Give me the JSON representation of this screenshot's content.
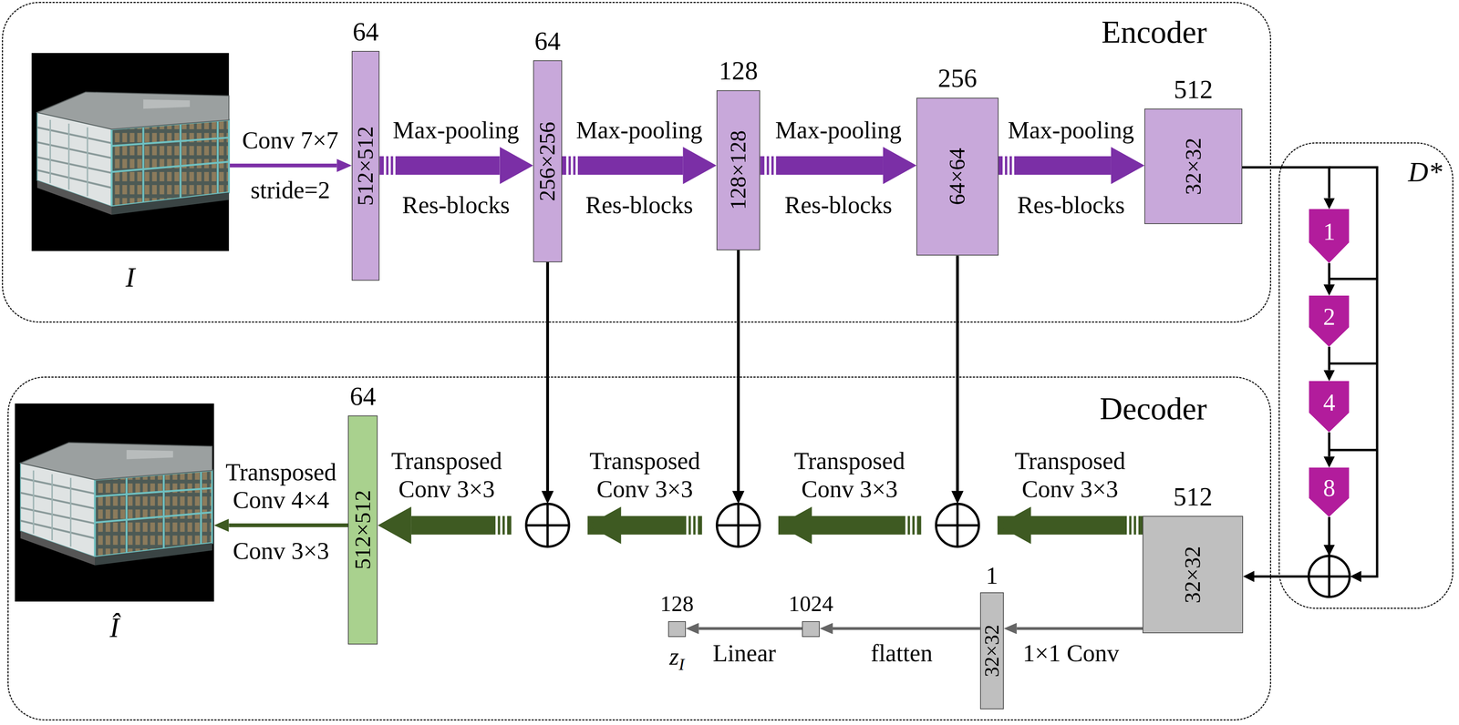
{
  "diagram": {
    "nodes": [
      {
        "text": [
          "Encoder"
        ]
      },
      {
        "text": [
          "I"
        ],
        "in": 0
      },
      {
        "text": [
          "64",
          "512×512"
        ],
        "in": 0
      },
      {
        "text": [
          "64",
          "256×256"
        ],
        "in": 0
      },
      {
        "text": [
          "128",
          "128×128"
        ],
        "in": 0
      },
      {
        "text": [
          "256",
          "64×64"
        ],
        "in": 0
      },
      {
        "text": [
          "512",
          "32×32"
        ],
        "in": 0
      },
      {
        "text": [
          "D*"
        ]
      },
      {
        "text": [
          "1"
        ],
        "in": 7
      },
      {
        "text": [
          "2"
        ],
        "in": 7
      },
      {
        "text": [
          "4"
        ],
        "in": 7
      },
      {
        "text": [
          "8"
        ],
        "in": 7
      },
      {
        "text": [
          "Decoder"
        ]
      },
      {
        "text": [
          "512",
          "32×32"
        ],
        "in": 12
      },
      {
        "text": [
          "1",
          "32×32"
        ],
        "in": 12
      },
      {
        "text": [
          "1024"
        ],
        "in": 12
      },
      {
        "text": [
          "128",
          "zI"
        ],
        "in": 12
      },
      {
        "text": [
          "64",
          "512×512"
        ],
        "in": 12
      },
      {
        "text": [
          "Î"
        ],
        "in": 12
      }
    ],
    "edges": [
      {
        "from": 1,
        "to": 2,
        "arrow": "to",
        "label": "Conv 7×7"
      },
      {
        "from": 2,
        "to": 3,
        "arrow": "to",
        "label": "Max-pooling"
      },
      {
        "from": 3,
        "to": 4,
        "arrow": "to",
        "label": "Max-pooling"
      },
      {
        "from": 4,
        "to": 5,
        "arrow": "to",
        "label": "Max-pooling"
      },
      {
        "from": 5,
        "to": 6,
        "arrow": "to",
        "label": "Max-pooling"
      },
      {
        "from": 6,
        "to": 8,
        "arrow": "to"
      },
      {
        "from": 8,
        "to": 9,
        "arrow": "to"
      },
      {
        "from": 9,
        "to": 10,
        "arrow": "to"
      },
      {
        "from": 10,
        "to": 11,
        "arrow": "to"
      },
      {
        "from": 11,
        "to": 13,
        "arrow": "to"
      },
      {
        "from": 13,
        "to": 17,
        "arrow": "to",
        "label": "Transposed Conv 3×3"
      },
      {
        "from": 17,
        "to": 18,
        "arrow": "to",
        "label": "Transposed Conv 4×4"
      },
      {
        "from": 13,
        "to": 14,
        "arrow": "to",
        "label": "1×1 Conv"
      },
      {
        "from": 14,
        "to": 15,
        "arrow": "to",
        "label": "flatten"
      },
      {
        "from": 15,
        "to": 16,
        "arrow": "to",
        "label": "Linear"
      }
    ],
    "labels": [
      "stride=2",
      "Res-blocks",
      "Res-blocks",
      "Res-blocks",
      "Res-blocks",
      "Transposed Conv 3×3",
      "Transposed Conv 3×3",
      "Transposed Conv 3×3",
      "Conv 3×3"
    ]
  }
}
